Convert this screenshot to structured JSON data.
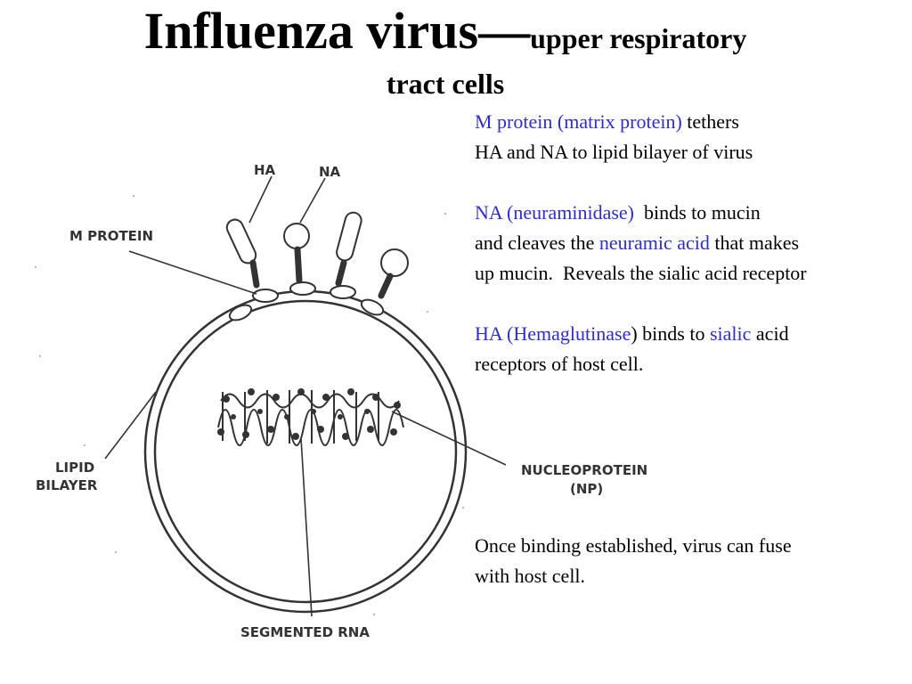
{
  "title": {
    "main": "Influenza virus—",
    "sub": "upper respiratory",
    "line2": "tract cells"
  },
  "labels": {
    "ha": "HA",
    "na": "NA",
    "m_protein": "M PROTEIN",
    "lipid_line1": "LIPID",
    "lipid_line2": "BILAYER",
    "nucleo_line1": "NUCLEOPROTEIN",
    "nucleo_line2": "(NP)",
    "segmented_rna": "SEGMENTED RNA"
  },
  "notes": {
    "m1_blue": "M protein (matrix protein)",
    "m1_rest": " tethers",
    "m2": "HA and NA to lipid bilayer of virus",
    "na1_blue": "NA (neuraminidase)",
    "na1_rest": "  binds to mucin",
    "na2_pre": "and cleaves the ",
    "na2_blue": "neuramic acid",
    "na2_post": " that makes",
    "na3": "up mucin.  Reveals the sialic acid receptor",
    "ha1_blue": "HA (Hemaglutinase",
    "ha1_mid": ") binds to ",
    "ha1_blue2": "sialic",
    "ha1_post": " acid",
    "ha2": "receptors of host cell.",
    "fuse1": "Once binding established, virus can fuse",
    "fuse2": "with host cell."
  },
  "colors": {
    "highlight": "#2e2ec8"
  }
}
